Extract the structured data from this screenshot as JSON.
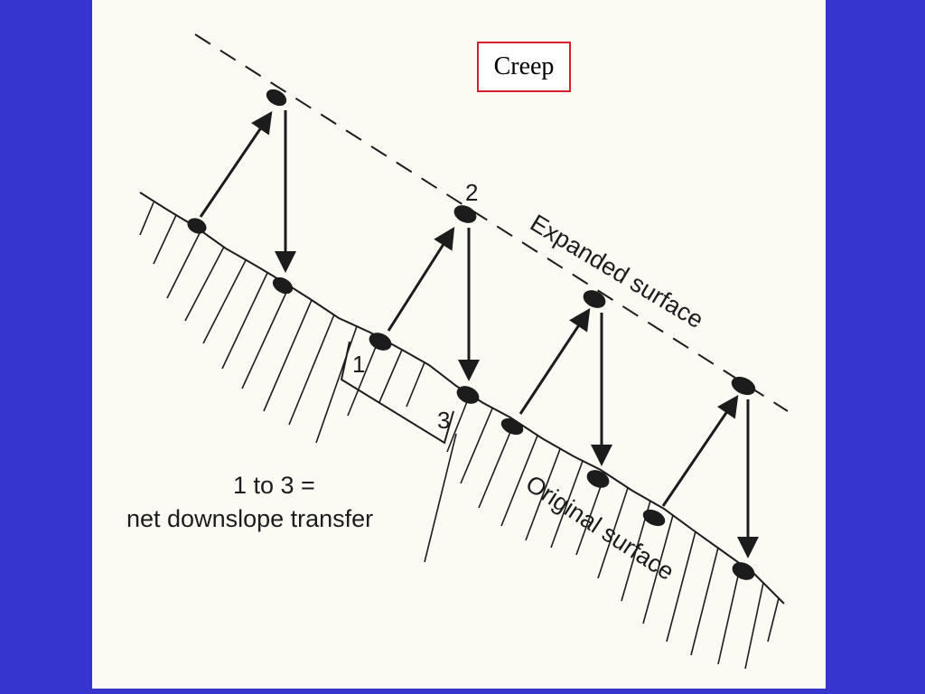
{
  "slide": {
    "title": "Creep",
    "colors": {
      "background": "#3636cf",
      "panel": "#fbfaf3",
      "title_border": "#d8202a",
      "ink": "#1c1c1c"
    }
  },
  "diagram": {
    "labels": {
      "expanded_surface": "Expanded surface",
      "original_surface": "Original surface",
      "position_1": "1",
      "position_2": "2",
      "position_3": "3",
      "legend_line1": "1 to 3 =",
      "legend_line2": "net downslope transfer"
    },
    "particles": [
      {
        "name": "rock-on-original-surface"
      },
      {
        "name": "rock-on-expanded-surface"
      },
      {
        "name": "rock-settled-on-original-surface"
      }
    ]
  }
}
